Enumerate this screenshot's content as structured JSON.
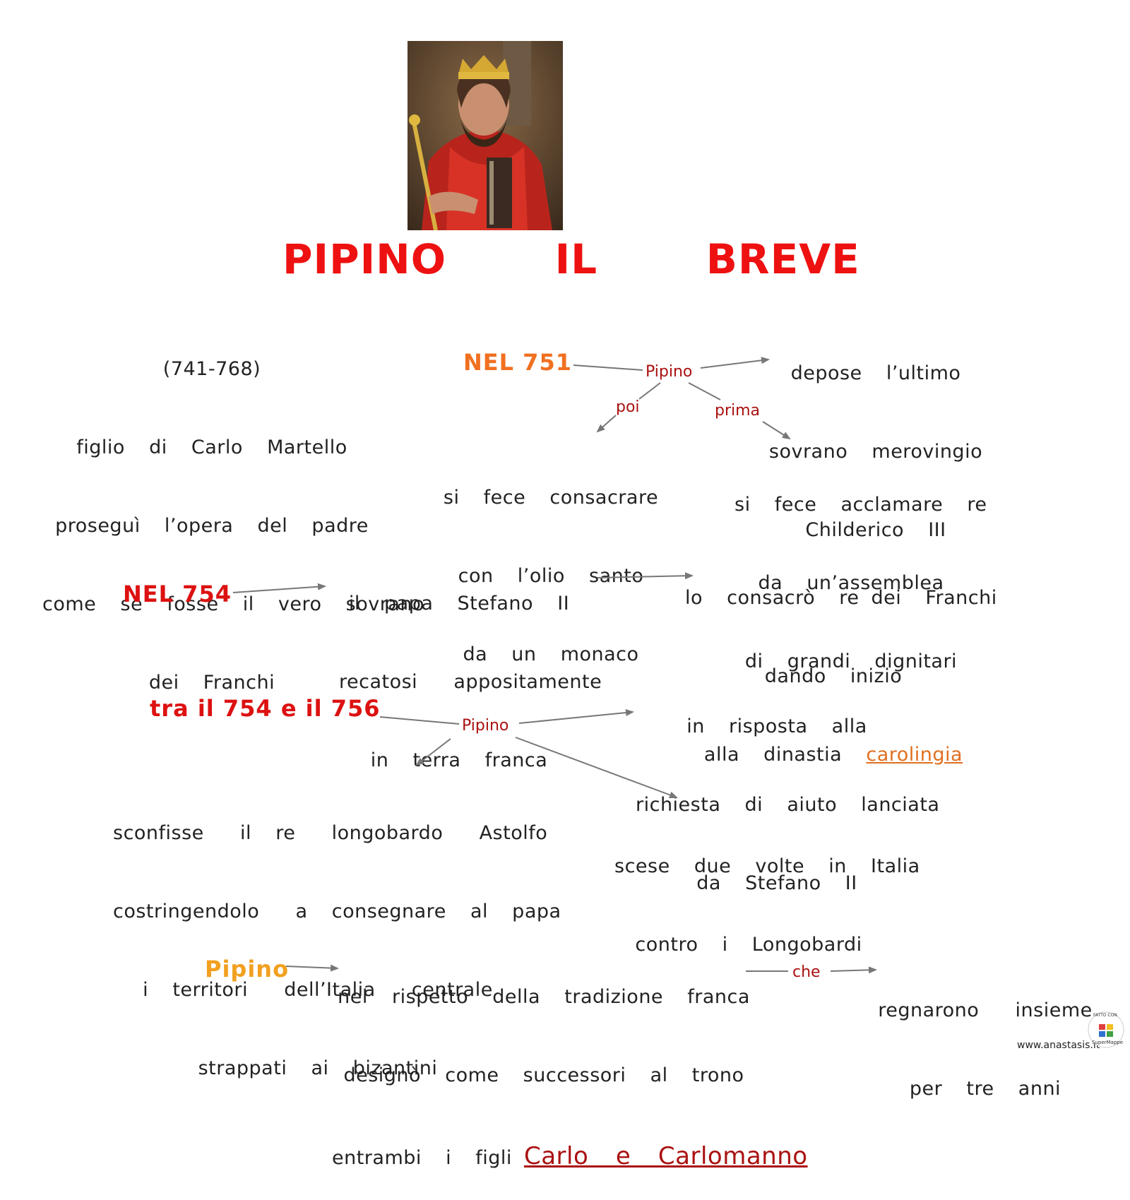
{
  "title": "PIPINO   IL   BREVE",
  "intro": {
    "years": "(741-768)",
    "lines": [
      "figlio  di  Carlo  Martello",
      "proseguì  l’opera  del  padre",
      "come  se  fosse  il  vero  sovrano",
      "dei  Franchi"
    ]
  },
  "section_751": {
    "date": "NEL 751",
    "node": "Pipino",
    "deposed": [
      "depose  l’ultimo",
      "sovrano  merovingio",
      "Childerico  III"
    ],
    "label_poi": "poi",
    "label_prima": "prima",
    "consecrated": [
      "si  fece  consacrare",
      "con  l’olio  santo",
      "da  un  monaco"
    ],
    "acclaimed": [
      "si  fece  acclamare  re",
      "da  un’assemblea",
      "di  grandi  dignitari"
    ]
  },
  "section_754": {
    "date": "NEL 754",
    "pope": [
      "il  papa  Stefano  II",
      "recatosi   appositamente",
      "in  terra  franca"
    ],
    "result_line1": "lo  consacrò  re dei  Franchi",
    "result_line2": "dando  inizio",
    "result_line3_prefix": "alla  dinastia  ",
    "result_link": "carolingia"
  },
  "section_754_756": {
    "date": "tra il 754 e il 756",
    "node": "Pipino",
    "response": [
      "in  risposta  alla",
      "richiesta  di  aiuto  lanciata",
      "da  Stefano  II"
    ],
    "defeated": [
      "sconfisse   il  re   longobardo   Astolfo",
      "costringendolo   a  consegnare  al  papa",
      "i  territori   dell’Italia   centrale",
      "strappati  ai  bizantini"
    ],
    "descended": [
      "scese  due  volte  in  Italia",
      "contro  i  Longobardi"
    ]
  },
  "section_pipino": {
    "date": "Pipino",
    "succession_line1": "nel  rispetto  della  tradizione  franca",
    "succession_line2": "designò  come  successori  al  trono",
    "succession_line3_prefix": "entrambi  i  figli ",
    "succession_link": "Carlo  e  Carlomanno",
    "label_che": "che",
    "reigned": [
      "regnarono   insieme",
      "per  tre  anni"
    ]
  },
  "footer": {
    "site": "www.anastasis.it",
    "badge_top": "FATTO CON",
    "badge_bottom": "SuperMappe"
  },
  "colors": {
    "title": "#ee1111",
    "orange_date": "#f07020",
    "red_date": "#dd1111",
    "yellow_date": "#f2a020",
    "label": "#aa1111",
    "arrow": "#777777"
  }
}
